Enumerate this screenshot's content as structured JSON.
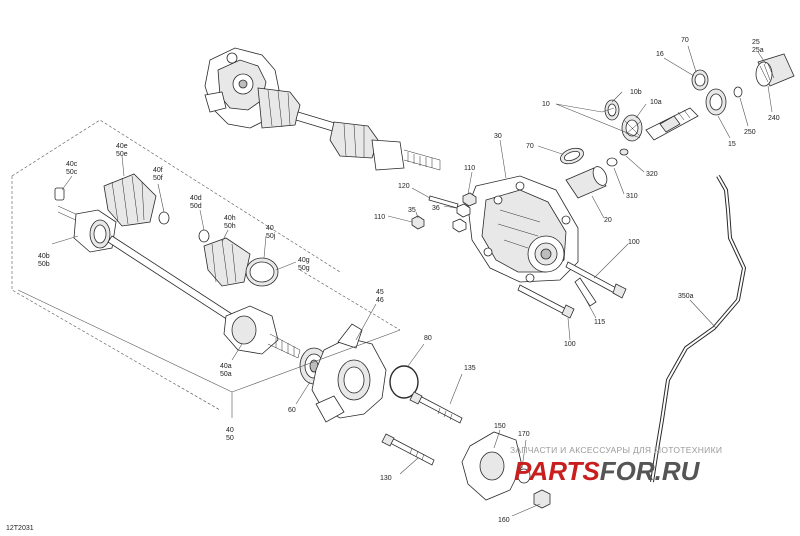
{
  "diagram": {
    "code": "12T2031",
    "watermark": {
      "tagline": "ЗАПЧАСТИ И АКСЕССУАРЫ ДЛЯ МОТОТЕХНИКИ",
      "brand_left": "PARTS",
      "brand_right": "FOR.RU",
      "brand_left_color": "#c81e1e",
      "brand_right_color": "#555555"
    },
    "callouts": [
      {
        "id": "c70a",
        "lines": [
          "70"
        ]
      },
      {
        "id": "c25",
        "lines": [
          "25",
          "25a"
        ]
      },
      {
        "id": "c16",
        "lines": [
          "16"
        ]
      },
      {
        "id": "c10b",
        "lines": [
          "10b"
        ]
      },
      {
        "id": "c10a",
        "lines": [
          "10a"
        ]
      },
      {
        "id": "c10",
        "lines": [
          "10"
        ]
      },
      {
        "id": "c240",
        "lines": [
          "240"
        ]
      },
      {
        "id": "c250",
        "lines": [
          "250"
        ]
      },
      {
        "id": "c15",
        "lines": [
          "15"
        ]
      },
      {
        "id": "c30",
        "lines": [
          "30"
        ]
      },
      {
        "id": "c70b",
        "lines": [
          "70"
        ]
      },
      {
        "id": "c320",
        "lines": [
          "320"
        ]
      },
      {
        "id": "c310",
        "lines": [
          "310"
        ]
      },
      {
        "id": "c20",
        "lines": [
          "20"
        ]
      },
      {
        "id": "c110a",
        "lines": [
          "110"
        ]
      },
      {
        "id": "c120",
        "lines": [
          "120"
        ]
      },
      {
        "id": "c35",
        "lines": [
          "35"
        ]
      },
      {
        "id": "c36",
        "lines": [
          "36"
        ]
      },
      {
        "id": "c110b",
        "lines": [
          "110"
        ]
      },
      {
        "id": "c100a",
        "lines": [
          "100"
        ]
      },
      {
        "id": "c115",
        "lines": [
          "115"
        ]
      },
      {
        "id": "c100b",
        "lines": [
          "100"
        ]
      },
      {
        "id": "c350a",
        "lines": [
          "350a"
        ]
      },
      {
        "id": "c40e",
        "lines": [
          "40e",
          "50e"
        ]
      },
      {
        "id": "c40c",
        "lines": [
          "40c",
          "50c"
        ]
      },
      {
        "id": "c40f",
        "lines": [
          "40f",
          "50f"
        ]
      },
      {
        "id": "c40d",
        "lines": [
          "40d",
          "50d"
        ]
      },
      {
        "id": "c40h",
        "lines": [
          "40h",
          "50h"
        ]
      },
      {
        "id": "c40i",
        "lines": [
          "40",
          "50j"
        ]
      },
      {
        "id": "c40g",
        "lines": [
          "40g",
          "50g"
        ]
      },
      {
        "id": "c40b",
        "lines": [
          "40b",
          "50b"
        ]
      },
      {
        "id": "c45",
        "lines": [
          "45",
          "46"
        ]
      },
      {
        "id": "c80",
        "lines": [
          "80"
        ]
      },
      {
        "id": "c40a",
        "lines": [
          "40a",
          "50a"
        ]
      },
      {
        "id": "c60",
        "lines": [
          "60"
        ]
      },
      {
        "id": "c135",
        "lines": [
          "135"
        ]
      },
      {
        "id": "c40",
        "lines": [
          "40",
          "50"
        ]
      },
      {
        "id": "c150",
        "lines": [
          "150"
        ]
      },
      {
        "id": "c170",
        "lines": [
          "170"
        ]
      },
      {
        "id": "c130",
        "lines": [
          "130"
        ]
      },
      {
        "id": "c160",
        "lines": [
          "160"
        ]
      }
    ]
  }
}
